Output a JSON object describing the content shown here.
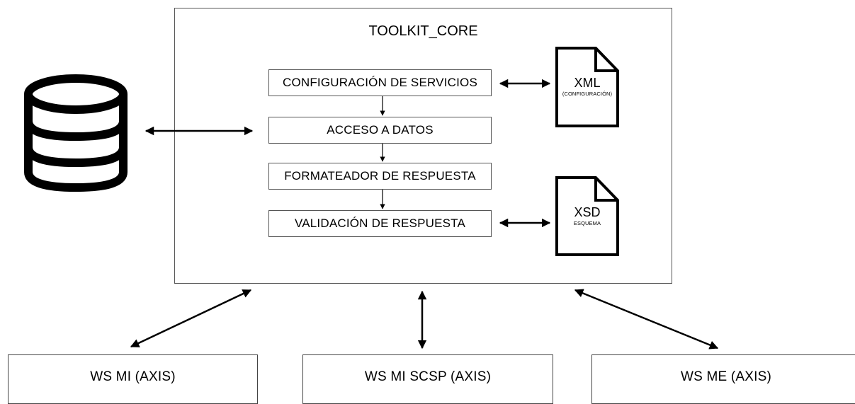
{
  "core": {
    "title": "TOOLKIT_CORE"
  },
  "steps": [
    "CONFIGURACIÓN DE SERVICIOS",
    "ACCESO A DATOS",
    "FORMATEADOR DE RESPUESTA",
    "VALIDACIÓN DE RESPUESTA"
  ],
  "documents": {
    "xml": {
      "title": "XML",
      "subtitle": "(CONFIGURACIÓN)"
    },
    "xsd": {
      "title": "XSD",
      "subtitle": "ESQUEMA"
    }
  },
  "web_services": [
    "WS MI (AXIS)",
    "WS MI SCSP (AXIS)",
    "WS ME (AXIS)"
  ]
}
